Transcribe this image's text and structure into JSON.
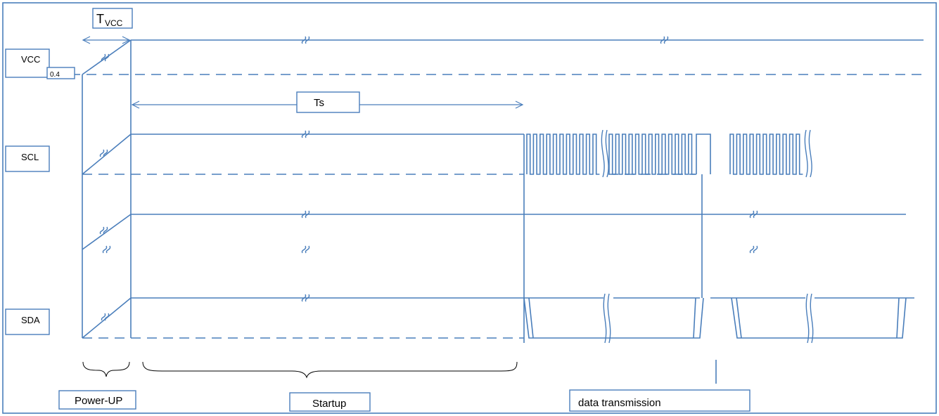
{
  "labels": {
    "tvcc_main": "T",
    "tvcc_sub": "VCC",
    "vcc": "VCC",
    "threshold": "0.4",
    "scl": "SCL",
    "sda": "SDA",
    "ts": "Ts",
    "power_up": "Power-UP",
    "startup": "Startup",
    "data_transmission": "data transmission"
  },
  "colors": {
    "line": "#4a7ebb",
    "text": "#000000",
    "background": "#ffffff"
  }
}
